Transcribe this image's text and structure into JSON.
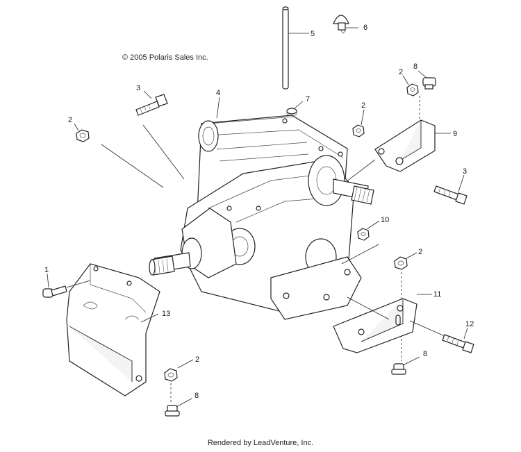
{
  "copyright": "© 2005 Polaris Sales Inc.",
  "footer": "Rendered by LeadVenture, Inc.",
  "callouts": {
    "c1": "1",
    "c2a": "2",
    "c2b": "2",
    "c2c": "2",
    "c2d": "2",
    "c2e": "2",
    "c3a": "3",
    "c3b": "3",
    "c4": "4",
    "c5": "5",
    "c6": "6",
    "c7": "7",
    "c8a": "8",
    "c8b": "8",
    "c8c": "8",
    "c9": "9",
    "c10": "10",
    "c11": "11",
    "c12": "12",
    "c13": "13"
  }
}
